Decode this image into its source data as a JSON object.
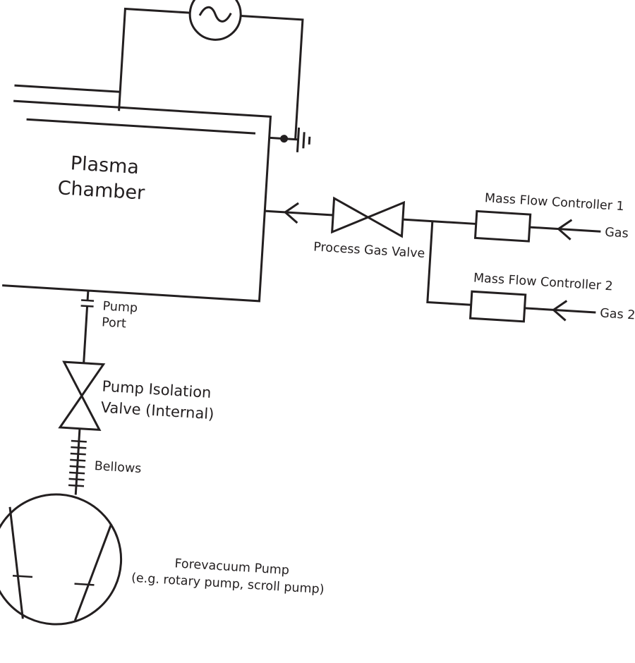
{
  "labels": {
    "chamber_line1": "Plasma",
    "chamber_line2": "Chamber",
    "pump_port_line1": "Pump",
    "pump_port_line2": "Port",
    "isolation_valve_line1": "Pump Isolation",
    "isolation_valve_line2": "Valve (Internal)",
    "bellows": "Bellows",
    "forevacuum_line1": "Forevacuum Pump",
    "forevacuum_line2": "(e.g. rotary pump, scroll pump)",
    "process_gas_valve": "Process Gas Valve",
    "mfc1": "Mass Flow Controller 1",
    "mfc2": "Mass Flow Controller 2",
    "gas1": "Gas",
    "gas2": "Gas 2"
  }
}
